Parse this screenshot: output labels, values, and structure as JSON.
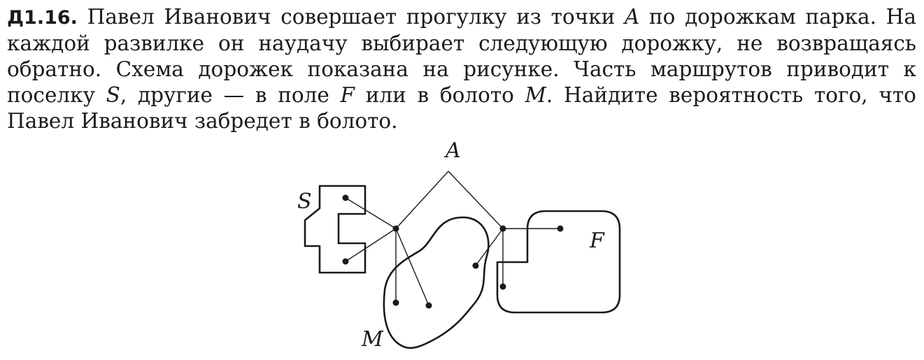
{
  "problem": {
    "number": "Д1.16.",
    "part1": "Павел Иванович совершает прогулку из точки",
    "var_a": "A",
    "part2": "по дорожкам парка. На каждой развилке он наудачу выбирает следующую дорожку, не возвращаясь обратно. Схема дорожек показана на рисунке. Часть маршрутов приводит к поселку",
    "var_s": "S",
    "part3": ", другие — в поле",
    "var_f": "F",
    "part4": "или в болото",
    "var_m": "M",
    "part5": ". Найдите вероятность того, что Павел Иванович забредет в болото."
  },
  "figure": {
    "label_a": "A",
    "label_s": "S",
    "label_f": "F",
    "label_m": "M",
    "stroke_color": "#1a1a1a"
  }
}
